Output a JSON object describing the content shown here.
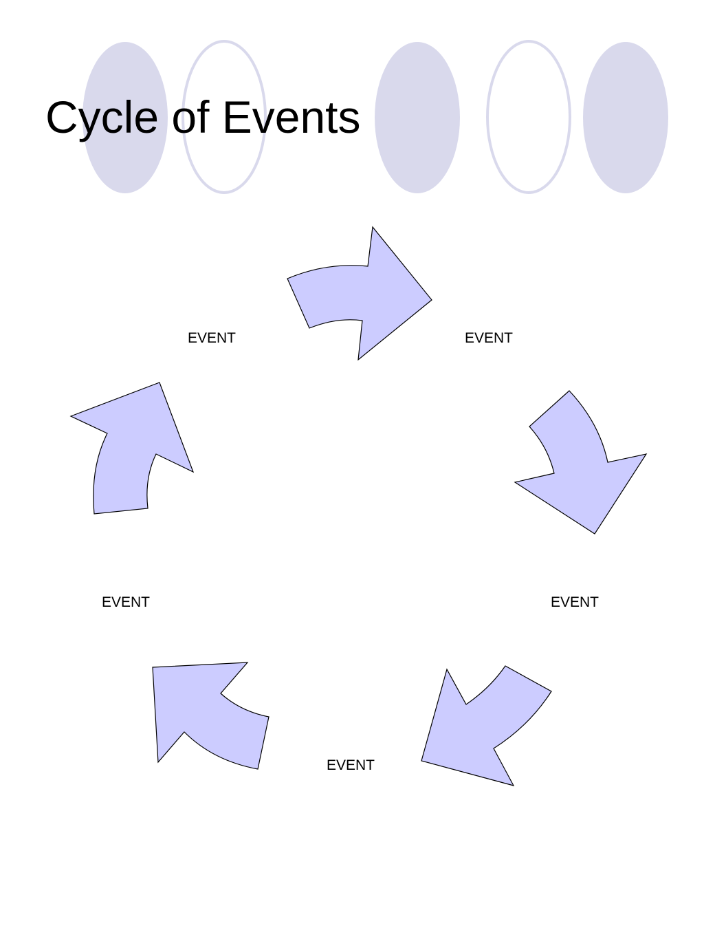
{
  "slide": {
    "title": "Cycle of Events"
  },
  "cycle": {
    "events": [
      "EVENT",
      "EVENT",
      "EVENT",
      "EVENT",
      "EVENT"
    ]
  },
  "colors": {
    "accent": "#d9d9ec",
    "arrow_fill": "#ccccff",
    "arrow_stroke": "#000000",
    "text": "#000000"
  }
}
